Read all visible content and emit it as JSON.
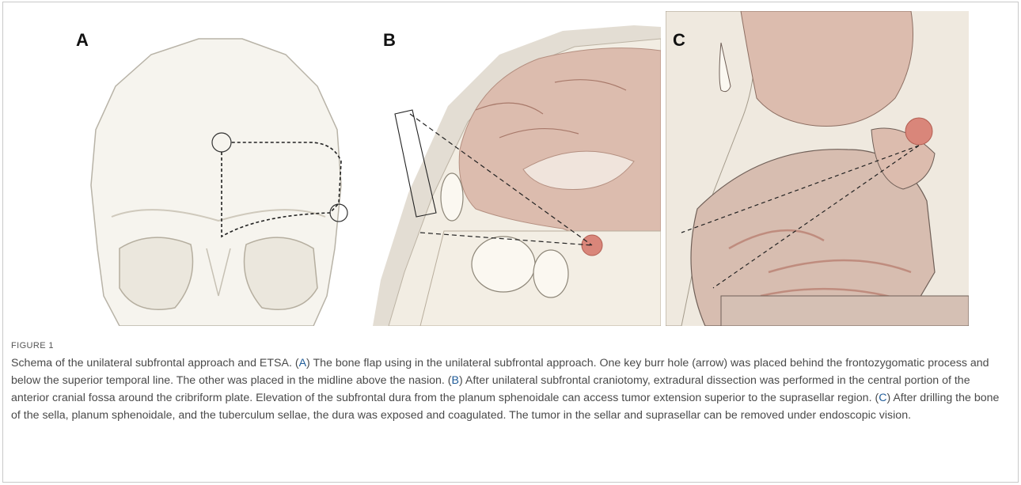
{
  "figure": {
    "label": "FIGURE 1",
    "panels": [
      {
        "letter": "A",
        "icon": "skull-frontal-view-icon"
      },
      {
        "letter": "B",
        "icon": "sagittal-brain-section-icon"
      },
      {
        "letter": "C",
        "icon": "sellar-region-section-icon"
      }
    ],
    "caption": {
      "intro": "Schema of the unilateral subfrontal approach and ETSA. (",
      "ref_a": "A",
      "part_a": ") The bone flap using in the unilateral subfrontal approach. One key burr hole (arrow) was placed behind the frontozygomatic process and below the superior temporal line. The other was placed in the midline above the nasion. (",
      "ref_b": "B",
      "part_b": ") After unilateral subfrontal craniotomy, extradural dissection was performed in the central portion of the anterior cranial fossa around the cribriform plate. Elevation of the subfrontal dura from the planum sphenoidale can access tumor extension superior to the suprasellar region. (",
      "ref_c": "C",
      "part_c": ") After drilling the bone of the sella, planum sphenoidale, and the tuberculum sellae, the dura was exposed and coagulated. The tumor in the sellar and suprasellar can be removed under endoscopic vision."
    },
    "colors": {
      "bone": "#f1ede4",
      "brain": "#dcbcae",
      "tumor": "#d9867a",
      "sinus": "#fbf8f1",
      "link": "#1f5c99"
    }
  }
}
